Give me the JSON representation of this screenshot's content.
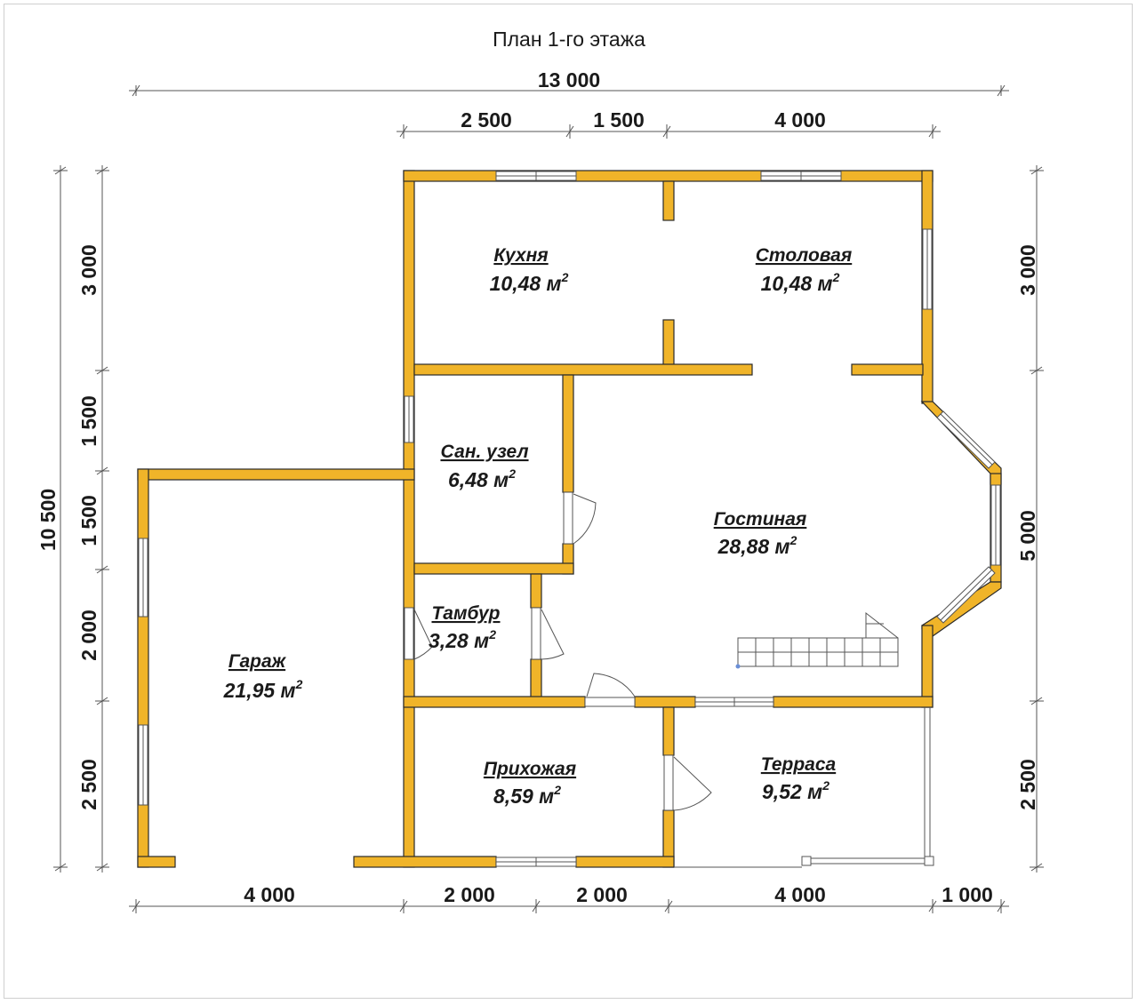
{
  "title": "План 1-го этажа",
  "colors": {
    "wall": "#F0B429",
    "line": "#555555",
    "text": "#1a1a1a"
  },
  "dimensions": {
    "total_width": "13 000",
    "top": [
      "2 500",
      "1 500",
      "4 000"
    ],
    "bottom": [
      "4 000",
      "2 000",
      "2 000",
      "4 000",
      "1 000"
    ],
    "left_total": "10 500",
    "left": [
      "3 000",
      "1 500",
      "1 500",
      "2 000",
      "2 500"
    ],
    "right": [
      "3 000",
      "5 000",
      "2 500"
    ]
  },
  "rooms": [
    {
      "name": "Кухня",
      "area": "10,48 м"
    },
    {
      "name": "Столовая",
      "area": "10,48 м"
    },
    {
      "name": "Сан. узел",
      "area": "6,48 м"
    },
    {
      "name": "Гостиная",
      "area": "28,88 м"
    },
    {
      "name": "Тамбур",
      "area": "3,28 м"
    },
    {
      "name": "Гараж",
      "area": "21,95 м"
    },
    {
      "name": "Прихожая",
      "area": "8,59 м"
    },
    {
      "name": "Терраса",
      "area": "9,52 м"
    }
  ],
  "area_superscript": "2"
}
